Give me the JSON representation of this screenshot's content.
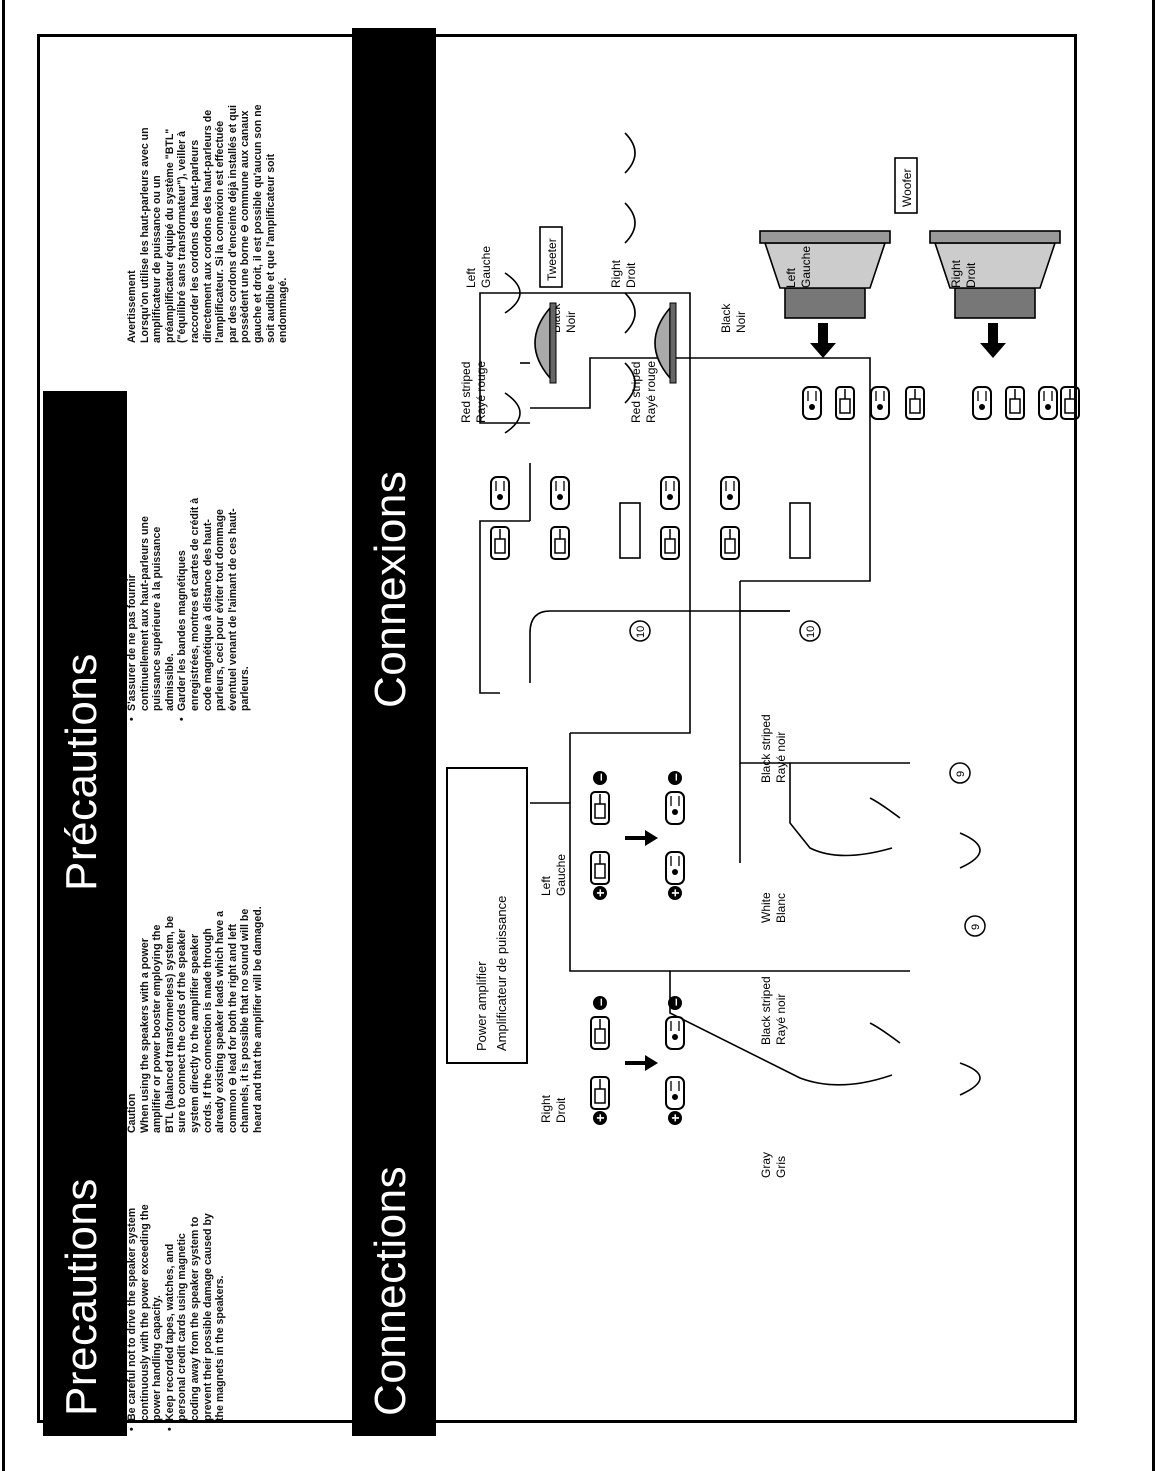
{
  "sections": {
    "precautions_en": "Precautions",
    "precautions_fr": "Précautions",
    "connections_en": "Connections",
    "connections_fr": "Connexions"
  },
  "precautions": {
    "en_bullets": [
      "Be careful not to drive the speaker system continuously with the power exceeding the power handling capacity.",
      "Keep recorded tapes, watches, and personal credit cards using magnetic coding away from the speaker system to prevent their possible damage caused by the magnets in the speakers."
    ],
    "en_caution_title": "Caution",
    "en_caution_text": "When using the speakers with a power amplifier or power booster employing the BTL (balanced transformerless) system, be sure to connect the cords of the speaker system directly to the amplifier speaker cords. If the connection is made through already existing speaker leads which have a common ⊖ lead for both the right and left channels, it is possible that no sound will be heard and that the amplifier will be damaged.",
    "fr_bullets": [
      "S'assurer de ne pas fournir continuellement aux haut-parleurs une puissance supérieure à la puissance admissible.",
      "Garder les bandes magnétiques enregistrées, montres et cartes de crédit à code magnétique à distance des haut-parleurs, ceci pour éviter tout dommage éventuel venant de l'aimant de ces haut-parleurs."
    ],
    "fr_caution_title": "Avertissement",
    "fr_caution_text": "Lorsqu'on utilise les haut-parleurs avec un amplificateur de puissance ou un préamplificateur équipé du système \"BTL\" (\"équilibré sans transformateur\"), veiller à raccorder les cordons des haut-parleurs directement aux cordons des haut-parleurs de l'amplificateur. Si la connexion est effectuée par des cordons d'enceinte déjà installés et qui possèdent une borne ⊖ commune aux canaux gauche et droit, il est possible qu'aucun son ne soit audible et que l'amplificateur soit endommagé."
  },
  "diagram": {
    "amp_title_en": "Power amplifier",
    "amp_title_fr": "Amplificateur de puissance",
    "amp_right_en": "Right",
    "amp_right_fr": "Droit",
    "amp_left_en": "Left",
    "amp_left_fr": "Gauche",
    "plus": "+",
    "minus": "–",
    "gray_en": "Gray",
    "gray_fr": "Gris",
    "white_en": "White",
    "white_fr": "Blanc",
    "black_striped_en": "Black striped",
    "black_striped_fr": "Rayé noir",
    "red_striped_en": "Red striped",
    "red_striped_fr": "Rayé rouge",
    "black_en": "Black",
    "black_fr": "Noir",
    "callout_9": "9",
    "callout_10": "10",
    "tweeter": "Tweeter",
    "woofer": "Woofer",
    "left_en": "Left",
    "left_fr": "Gauche",
    "right_en": "Right",
    "right_fr": "Droit"
  }
}
